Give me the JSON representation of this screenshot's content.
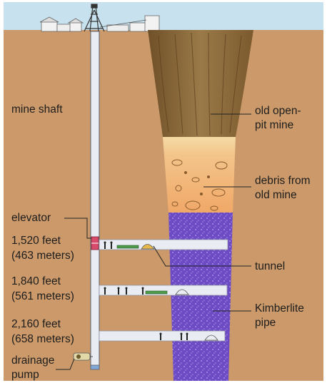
{
  "labels": {
    "mine_shaft": "mine shaft",
    "elevator": "elevator",
    "level_1": {
      "depth_ft": "1,520 feet",
      "depth_m": "(463 meters)"
    },
    "level_2": {
      "depth_ft": "1,840 feet",
      "depth_m": "(561 meters)"
    },
    "level_3": {
      "depth_ft": "2,160 feet",
      "depth_m": "(658 meters)"
    },
    "drainage_pump": {
      "line1": "drainage",
      "line2": "pump"
    },
    "old_open_pit": {
      "line1": "old open-",
      "line2": "pit mine"
    },
    "debris": {
      "line1": "debris from",
      "line2": "old mine"
    },
    "tunnel": "tunnel",
    "kimberlite": {
      "line1": "Kimberlite",
      "line2": "pipe"
    }
  },
  "colors": {
    "sky": "#c7e2ee",
    "earth": "#cc9a6a",
    "pit": "#8a6a3c",
    "debris_light": "#f3d49b",
    "debris": "#f1ad6e",
    "kimberlite": "#6d4bc4",
    "shaft": "#e9ecf3",
    "elevator": "#d94b6b"
  }
}
